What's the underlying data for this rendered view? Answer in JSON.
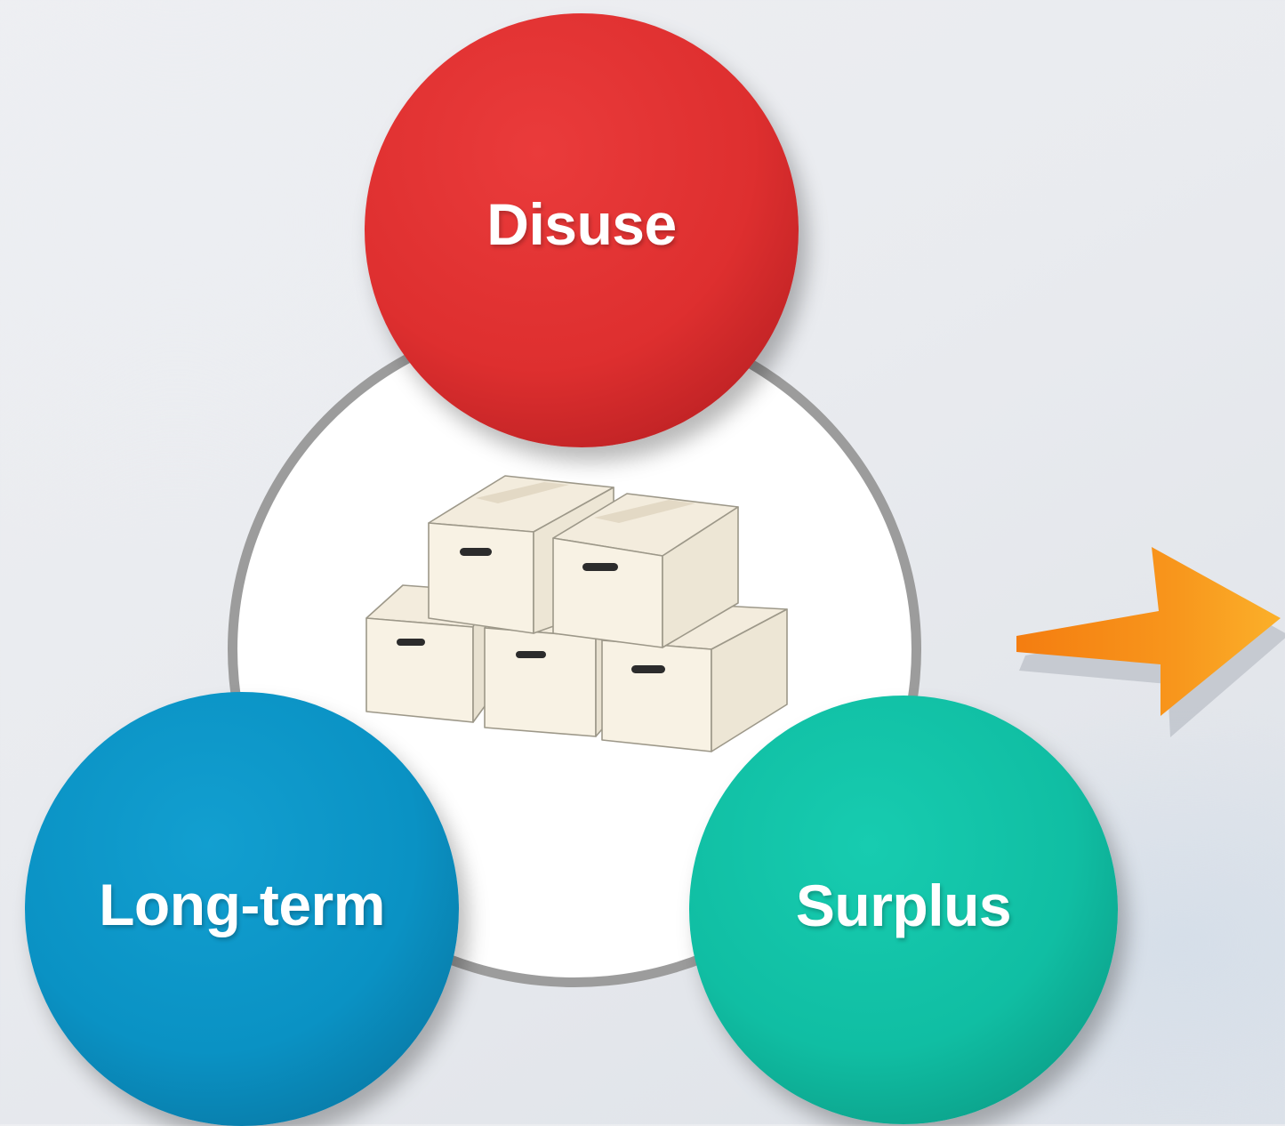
{
  "diagram": {
    "center": {
      "icon": "stacked-cardboard-boxes-icon"
    },
    "nodes": {
      "top": {
        "label": "Disuse",
        "color": "#e03232"
      },
      "left": {
        "label": "Long-term",
        "color": "#0a93c5"
      },
      "right": {
        "label": "Surplus",
        "color": "#10bfa3"
      }
    },
    "arrow": {
      "icon": "right-arrow-icon",
      "color": "#f7941d"
    },
    "ring_color": "#9c9c9c"
  }
}
